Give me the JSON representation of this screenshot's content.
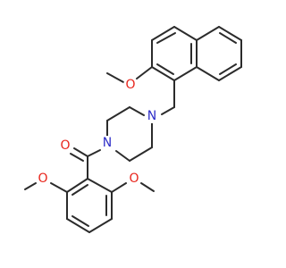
{
  "molecule": {
    "atoms": {
      "carbonyl_oxygen": {
        "text": "O",
        "color": "#e8251c"
      },
      "naphthyl_methoxy_oxygen": {
        "text": "O",
        "color": "#e8251c"
      },
      "left_methoxy_oxygen": {
        "text": "O",
        "color": "#e8251c"
      },
      "right_methoxy_oxygen": {
        "text": "O",
        "color": "#e8251c"
      },
      "piperazine_nitrogen_upper": {
        "text": "N",
        "color": "#2d2dc8"
      },
      "piperazine_nitrogen_lower": {
        "text": "N",
        "color": "#2d2dc8"
      }
    },
    "bond_color": "#2b2b2b"
  }
}
